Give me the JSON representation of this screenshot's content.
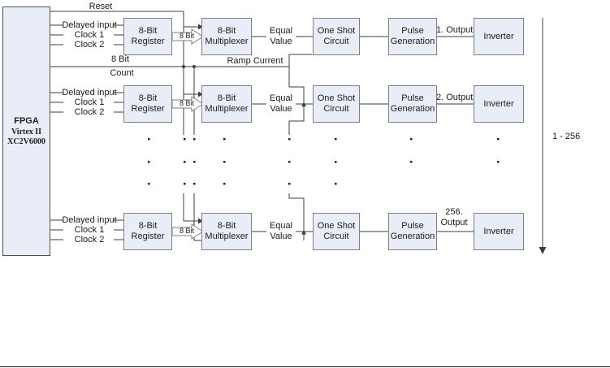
{
  "fpga": {
    "name": "FPGA",
    "model_l1": "Virtex II",
    "model_l2": "XC2V6000"
  },
  "top_labels": {
    "reset": "Reset",
    "count_l1": "8 Bit",
    "count_l2": "Count",
    "ramp": "Ramp Current",
    "range": "1 - 256"
  },
  "rows": [
    {
      "input1": "Delayed input",
      "input2": "Clock 1",
      "input3": "Clock 2",
      "register_l1": "8-Bit",
      "register_l2": "Register",
      "bus": "8 Bit",
      "mux_l1": "8-Bit",
      "mux_l2": "Multiplexer",
      "equal_l1": "Equal",
      "equal_l2": "Value",
      "oneshot_l1": "One Shot",
      "oneshot_l2": "Circuit",
      "pulse_l1": "Pulse",
      "pulse_l2": "Generation",
      "output_l1": "1. Output",
      "output_l2": "",
      "inverter": "Inverter"
    },
    {
      "input1": "Delayed input",
      "input2": "Clock 1",
      "input3": "Clock 2",
      "register_l1": "8-Bit",
      "register_l2": "Register",
      "bus": "8 Bit",
      "mux_l1": "8-Bit",
      "mux_l2": "Multiplexer",
      "equal_l1": "Equal",
      "equal_l2": "Value",
      "oneshot_l1": "One Shot",
      "oneshot_l2": "Circuit",
      "pulse_l1": "Pulse",
      "pulse_l2": "Generation",
      "output_l1": "2. Output",
      "output_l2": "",
      "inverter": "Inverter"
    },
    {
      "input1": "Delayed input",
      "input2": "Clock 1",
      "input3": "Clock 2",
      "register_l1": "8-Bit",
      "register_l2": "Register",
      "bus": "8 Bit",
      "mux_l1": "8-Bit",
      "mux_l2": "Multiplexer",
      "equal_l1": "Equal",
      "equal_l2": "Value",
      "oneshot_l1": "One Shot",
      "oneshot_l2": "Circuit",
      "pulse_l1": "Pulse",
      "pulse_l2": "Generation",
      "output_l1": "256.",
      "output_l2": "Output",
      "inverter": "Inverter"
    }
  ],
  "colors": {
    "box_fill": "#e8edf7",
    "box_border": "#7f7f7f",
    "wire": "#3d3d3d"
  }
}
